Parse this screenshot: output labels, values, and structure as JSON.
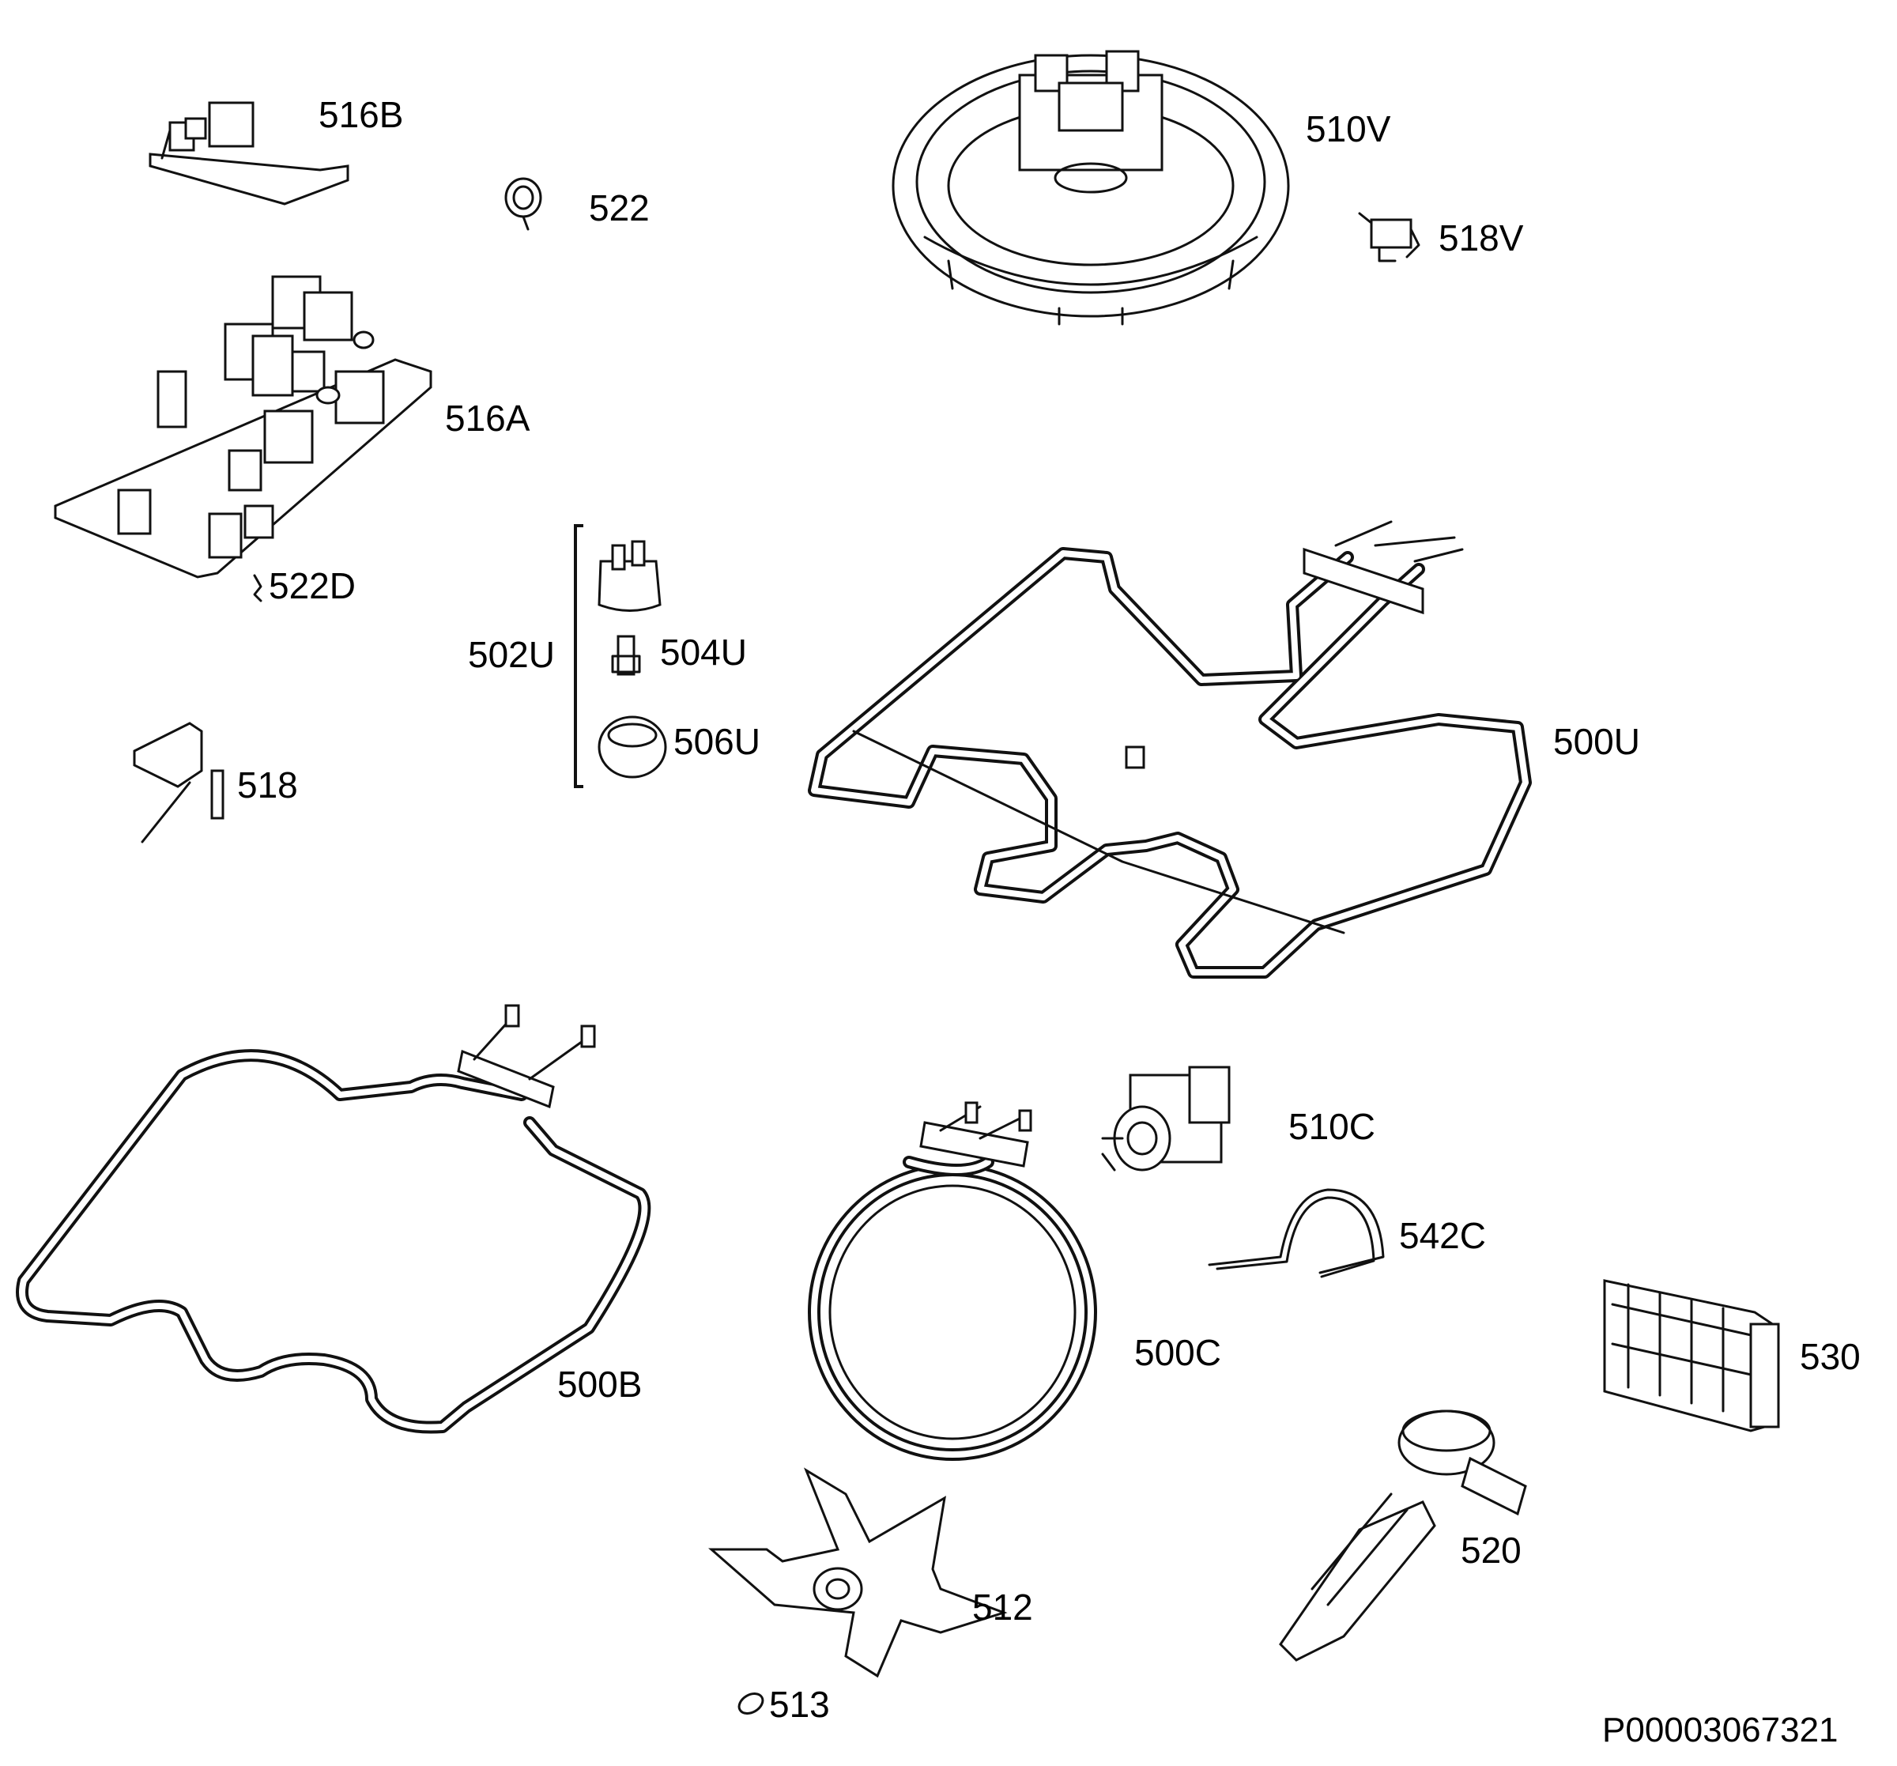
{
  "diagram": {
    "doc_id": "P00003067321",
    "labels": {
      "l516B": "516B",
      "l522": "522",
      "l510V": "510V",
      "l518V": "518V",
      "l516A": "516A",
      "l522D": "522D",
      "l502U": "502U",
      "l504U": "504U",
      "l506U": "506U",
      "l518": "518",
      "l500U": "500U",
      "l510C": "510C",
      "l542C": "542C",
      "l500C": "500C",
      "l500B": "500B",
      "l530": "530",
      "l520": "520",
      "l512": "512",
      "l513": "513"
    }
  }
}
